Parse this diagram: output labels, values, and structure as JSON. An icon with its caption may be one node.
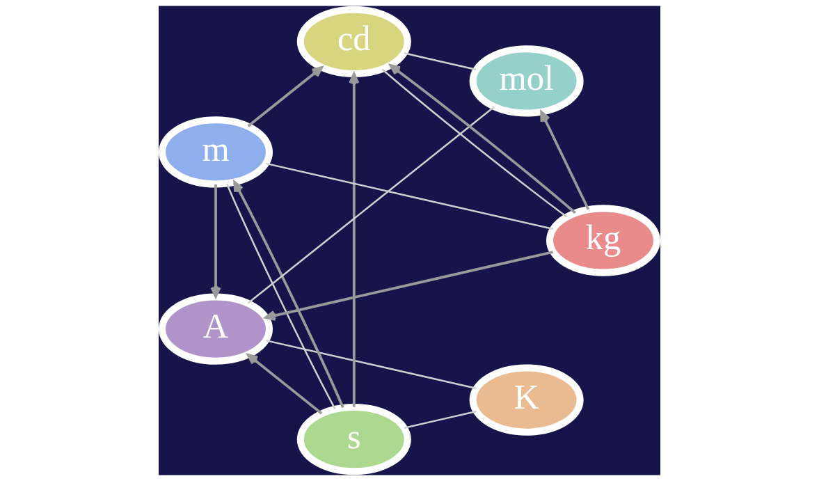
{
  "diagram": {
    "nodes": [
      {
        "text": [
          "K"
        ]
      },
      {
        "text": [
          "A"
        ]
      },
      {
        "text": [
          "s"
        ]
      },
      {
        "text": [
          "mol"
        ]
      },
      {
        "text": [
          "m"
        ]
      },
      {
        "text": [
          "cd"
        ]
      },
      {
        "text": [
          "kg"
        ]
      }
    ],
    "edges": [
      {
        "from": 0,
        "to": 2,
        "arrow": "none",
        "color": "#d0d0d0"
      },
      {
        "from": 2,
        "to": 4,
        "arrow": "none",
        "color": "#d0d0d0"
      },
      {
        "from": 4,
        "to": 6,
        "arrow": "none",
        "color": "#d0d0d0"
      },
      {
        "from": 6,
        "to": 5,
        "arrow": "none",
        "color": "#d0d0d0"
      },
      {
        "from": 5,
        "to": 3,
        "arrow": "none",
        "color": "#d0d0d0"
      },
      {
        "from": 3,
        "to": 1,
        "arrow": "none",
        "color": "#d0d0d0"
      },
      {
        "from": 1,
        "to": 0,
        "arrow": "none",
        "color": "#d0d0d0"
      },
      {
        "from": 2,
        "to": 1,
        "arrow": "to"
      },
      {
        "from": 2,
        "to": 4,
        "arrow": "to"
      },
      {
        "from": 2,
        "to": 5,
        "arrow": "to"
      },
      {
        "from": 4,
        "to": 1,
        "arrow": "to"
      },
      {
        "from": 4,
        "to": 5,
        "arrow": "to"
      },
      {
        "from": 6,
        "to": 1,
        "arrow": "to"
      },
      {
        "from": 6,
        "to": 3,
        "arrow": "to"
      },
      {
        "from": 6,
        "to": 5,
        "arrow": "to"
      }
    ]
  }
}
